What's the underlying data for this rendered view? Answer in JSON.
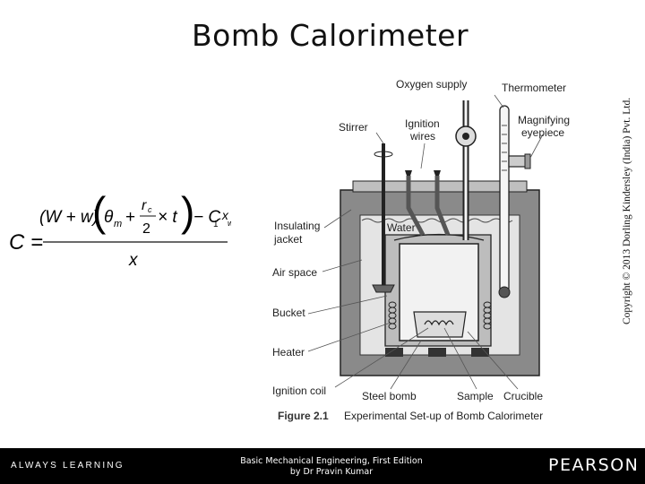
{
  "slide": {
    "title": "Bomb Calorimeter",
    "copyright": "Copyright © 2013 Dorling Kindersley (India) Pvt. Ltd."
  },
  "formula": {
    "lhs": "C =",
    "numerator_open": "(W + w)",
    "theta": "θ",
    "theta_sub": "m",
    "plus": "+",
    "frac_num": "r",
    "frac_num_sub": "c",
    "frac_den": "2",
    "times_t": "× t",
    "minus_c1": "− C",
    "c1_sub": "1",
    "x_w": ".x",
    "x_w_sub": "w",
    "denominator": "x"
  },
  "diagram": {
    "labels": {
      "oxygen_supply": "Oxygen supply",
      "thermometer": "Thermometer",
      "stirrer": "Stirrer",
      "ignition_wires_1": "Ignition",
      "ignition_wires_2": "wires",
      "magnifying_1": "Magnifying",
      "magnifying_2": "eyepiece",
      "insulating_1": "Insulating",
      "insulating_2": "jacket",
      "water": "Water",
      "air_space": "Air space",
      "bucket": "Bucket",
      "heater": "Heater",
      "ignition_coil": "Ignition coil",
      "steel_bomb": "Steel bomb",
      "sample": "Sample",
      "crucible": "Crucible"
    },
    "caption_number": "Figure 2.1",
    "caption_text": "Experimental Set-up of Bomb Calorimeter"
  },
  "footer": {
    "left": "ALWAYS LEARNING",
    "center_line1": "Basic Mechanical Engineering, First Edition",
    "center_line2": "by Dr Pravin Kumar",
    "brand": "PEARSON"
  }
}
